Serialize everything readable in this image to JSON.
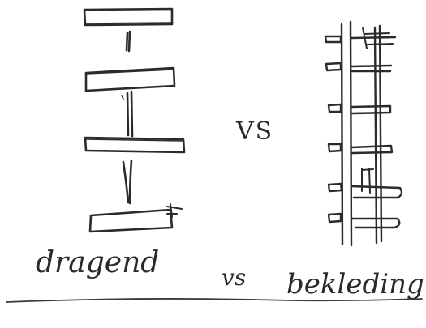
{
  "labels": {
    "center": "VS",
    "left_caption": "dragend",
    "middle_caption": "vs",
    "right_caption": "bekleding"
  },
  "colors": {
    "ink": "#2b2b2b",
    "paper": "#ffffff"
  }
}
